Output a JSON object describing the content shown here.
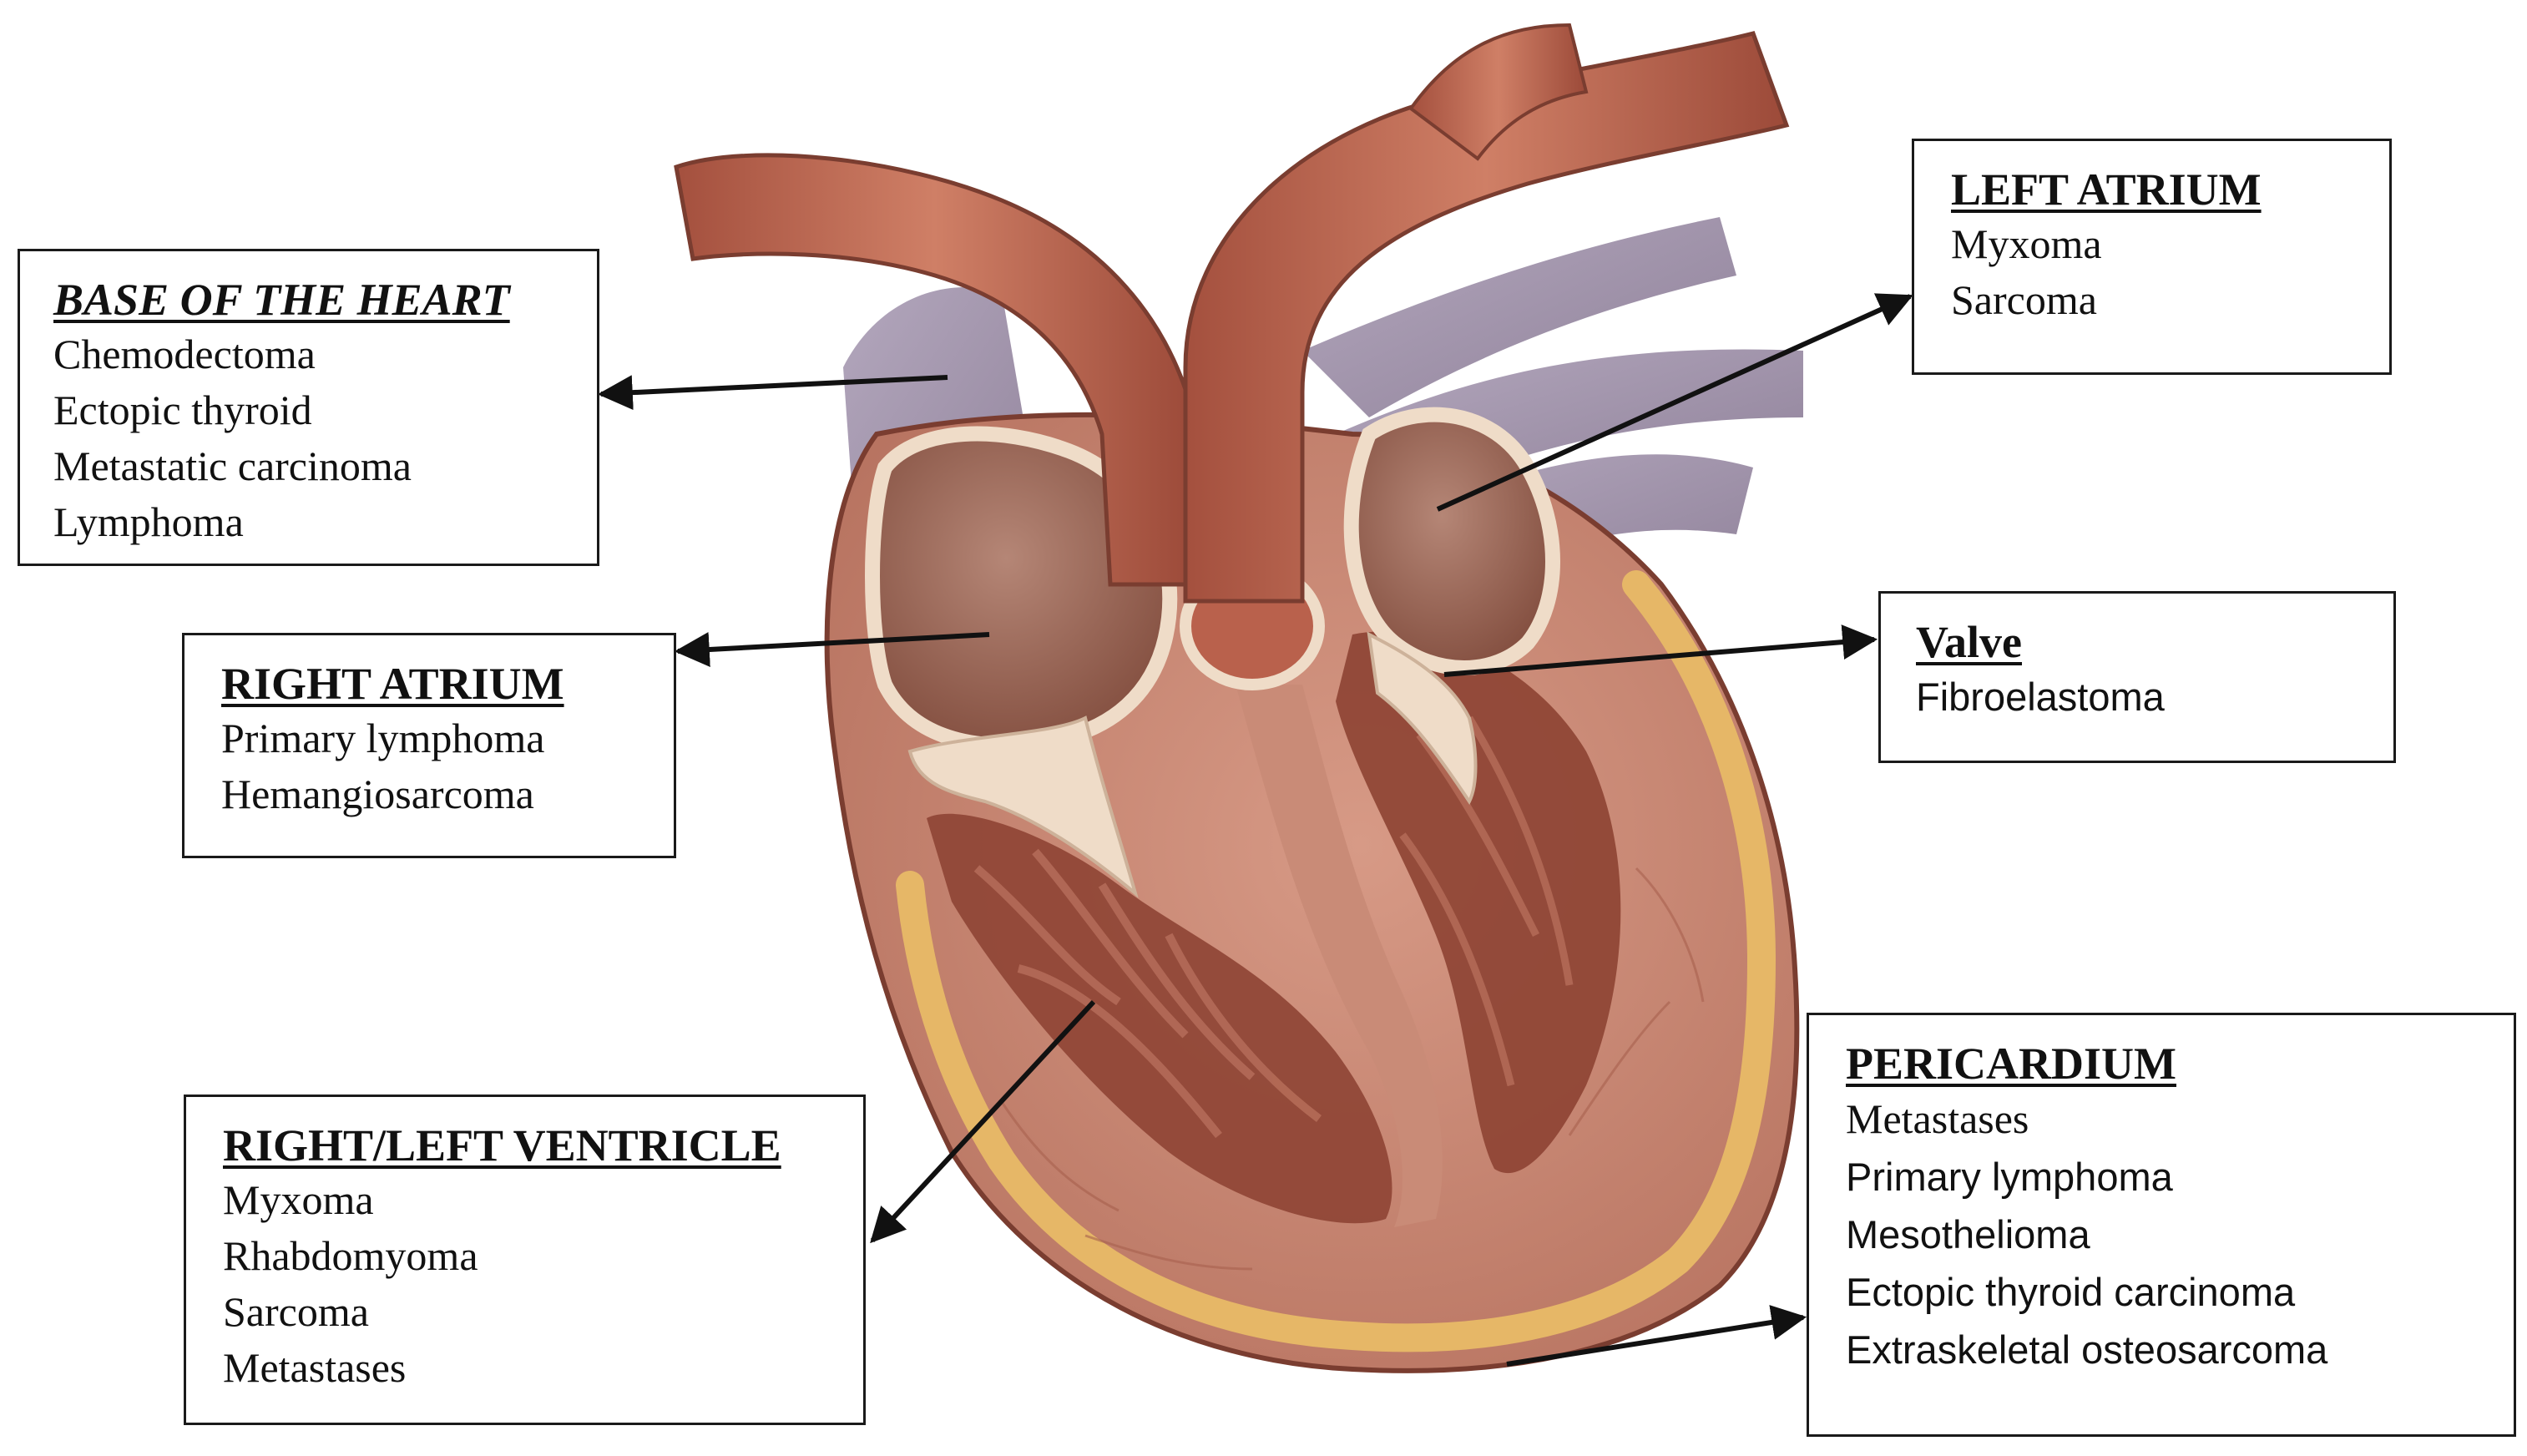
{
  "labels": {
    "base": {
      "title": "BASE OF THE HEART",
      "items": [
        "Chemodectoma",
        "Ectopic thyroid",
        "Metastatic carcinoma",
        "Lymphoma"
      ]
    },
    "right_atrium": {
      "title": "RIGHT ATRIUM",
      "items": [
        "Primary lymphoma",
        "Hemangiosarcoma"
      ]
    },
    "ventricle": {
      "title": "RIGHT/LEFT VENTRICLE",
      "items": [
        "Myxoma",
        "Rhabdomyoma",
        "Sarcoma",
        "Metastases"
      ]
    },
    "left_atrium": {
      "title": "LEFT ATRIUM",
      "items": [
        "Myxoma",
        "Sarcoma"
      ]
    },
    "valve": {
      "title": "Valve",
      "items": [
        "Fibroelastoma"
      ]
    },
    "pericardium": {
      "title": "PERICARDIUM",
      "items": [
        "Metastases",
        "Primary lymphoma",
        "Mesothelioma",
        "Ectopic thyroid carcinoma",
        "Extraskeletal osteosarcoma"
      ]
    }
  },
  "colors": {
    "muscle": "#c07a66",
    "muscle_dark": "#8e4434",
    "vessel": "#b9614c",
    "vein": "#9c8fa8",
    "fat": "#e6b767",
    "valve": "#efdcc8",
    "chamber": "#9b6553",
    "arrow": "#111111"
  }
}
